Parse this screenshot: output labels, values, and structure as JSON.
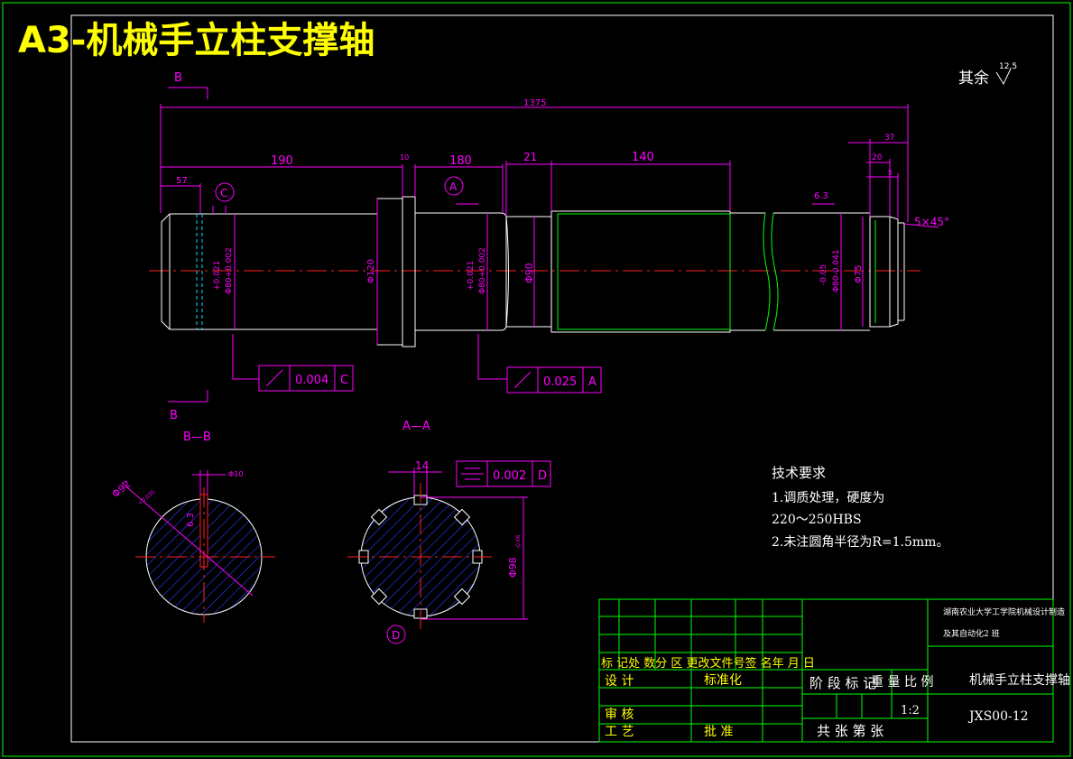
{
  "title": "A3-机械手立柱支撑轴",
  "roughness": {
    "prefix": "其余",
    "value": "12.5"
  },
  "section_labels": {
    "b": "B",
    "bb": "B—B",
    "a": "A",
    "aa": "A—A",
    "c": "C",
    "d": "D"
  },
  "dimensions": {
    "overall": "1375",
    "d190": "190",
    "d10": "10",
    "d180": "180",
    "d21": "21",
    "d140": "140",
    "d57": "57",
    "d37": "37",
    "d20": "20",
    "d5": "5",
    "chamfer": "5×45°",
    "surface": "6.3",
    "dia_c_tol": "+0.021",
    "dia_c": "Φ80+0.002",
    "dia120": "Φ120",
    "dia_a_tol": "+0.021",
    "dia_a": "Φ80+0.002",
    "dia90": "Φ90",
    "dia_r_tol": "-0.05",
    "dia_r": "Φ80-0.041",
    "dia75": "Φ75"
  },
  "tolerance_frames": [
    {
      "value": "0.004",
      "datum": "C"
    },
    {
      "value": "0.025",
      "datum": "A"
    },
    {
      "value": "0.002",
      "datum": "D"
    }
  ],
  "section_dims": {
    "key_width": "Φ10",
    "dia92": "Φ92",
    "dia92_tol": "+0.035",
    "surface": "6.3",
    "spline_width": "14",
    "dia98": "Φ98",
    "dia98_tol": "-0.06"
  },
  "tech_requirements": {
    "heading": "技术要求",
    "lines": [
      "1.调质处理，硬度为",
      "220～250HBS",
      "2.未注圆角半径为R=1.5mm。"
    ]
  },
  "title_block": {
    "school_line1": "湖南农业大学工学院机械设计制造",
    "school_line2": "及其自动化2 班",
    "rev_header": "标 记处 数分 区 更改文件号签 名年 月 日",
    "design": "设 计",
    "standard": "标准化",
    "stage_header": "阶 段 标 记",
    "weight": "重 量",
    "scale_label": "比 例",
    "part_name": "机械手立柱支撑轴",
    "scale_value": "1:2",
    "drawing_no": "JXS00-12",
    "review": "审 核",
    "process": "工 艺",
    "approve": "批 准",
    "sheets": "共   张   第   张"
  }
}
